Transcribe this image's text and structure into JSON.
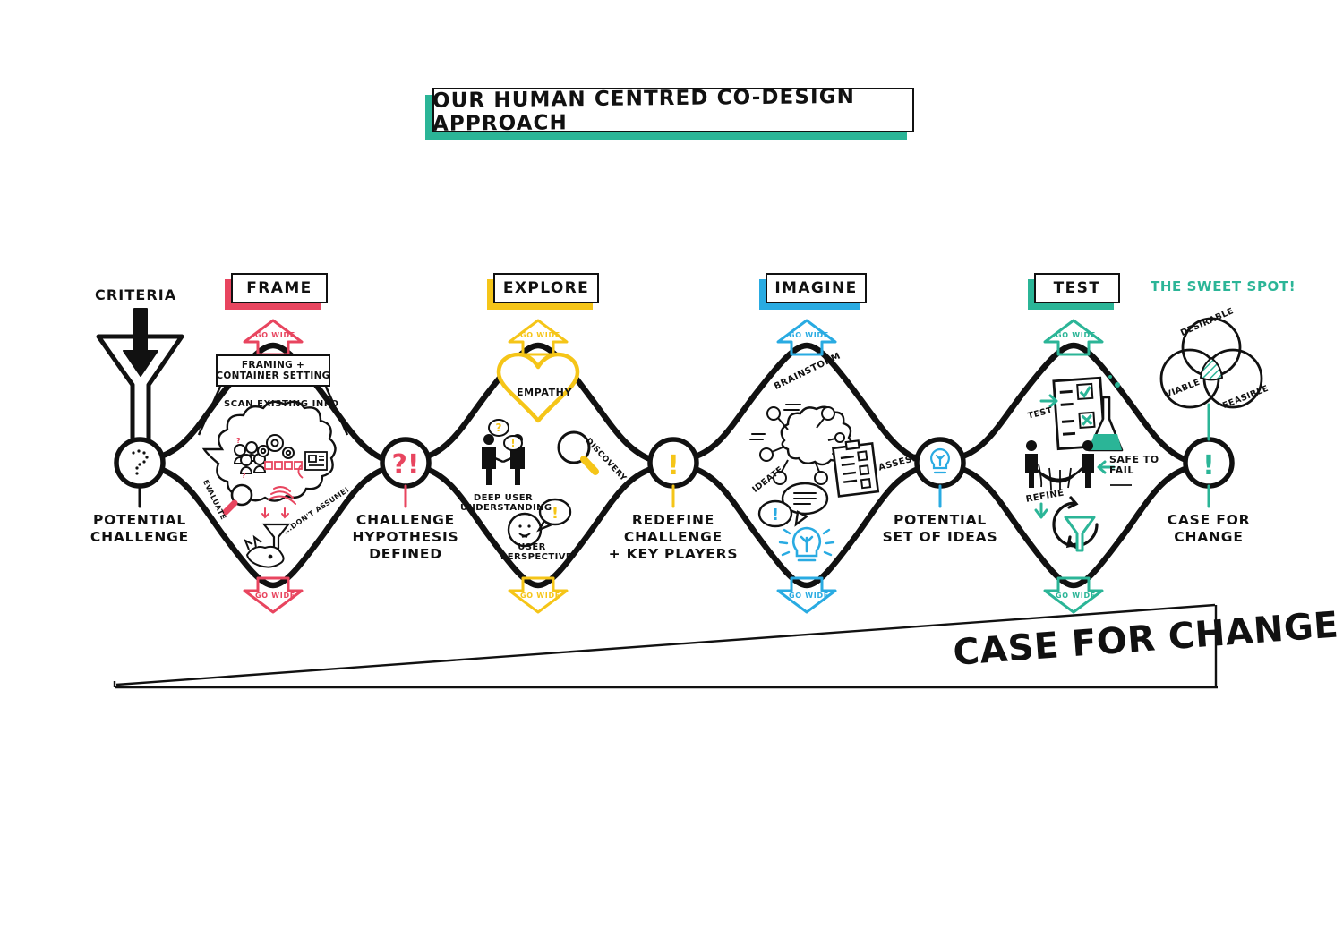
{
  "title": {
    "text": "OUR HUMAN CENTRED CO-DESIGN APPROACH",
    "shadow_color": "#2bb597"
  },
  "criteria": {
    "label": "CRITERIA",
    "funnel_icon": "funnel-icon",
    "arrow_icon": "down-arrow-icon"
  },
  "ramp": {
    "label": "CASE FOR CHANGE"
  },
  "phases": [
    {
      "id": "frame",
      "label": "FRAME",
      "color": "#e8455f",
      "go_wide_top": "GO WIDE",
      "go_wide_bottom": "GO WIDE",
      "callout_box": "FRAMING +\nCONTAINER SETTING",
      "labels": [
        {
          "text": "SCAN EXISTING INFO",
          "name": "scan-existing-info-label"
        },
        {
          "text": "EVALUATE",
          "name": "evaluate-label"
        },
        {
          "text": "...DON'T ASSUME!",
          "name": "dont-assume-label"
        }
      ],
      "icons": [
        "thought-cloud-icon",
        "people-icon",
        "gears-icon",
        "sticky-notes-icon",
        "newspaper-icon",
        "magnifier-icon",
        "funnel-icon",
        "donkey-icon",
        "wifi-icon"
      ]
    },
    {
      "id": "explore",
      "label": "EXPLORE",
      "color": "#f5c518",
      "go_wide_top": "GO WIDE",
      "go_wide_bottom": "GO WIDE",
      "labels": [
        {
          "text": "EMPATHY",
          "name": "empathy-label"
        },
        {
          "text": "DEEP USER\nUNDERSTANDING",
          "name": "deep-user-understanding-label"
        },
        {
          "text": "DISCOVERY",
          "name": "discovery-label"
        },
        {
          "text": "USER\nPERSPECTIVE",
          "name": "user-perspective-label"
        }
      ],
      "icons": [
        "heart-icon",
        "two-people-talking-icon",
        "magnifier-icon",
        "person-avatar-icon",
        "speech-bubble-icon"
      ]
    },
    {
      "id": "imagine",
      "label": "IMAGINE",
      "color": "#29abe2",
      "go_wide_top": "GO WIDE",
      "go_wide_bottom": "GO WIDE",
      "labels": [
        {
          "text": "BRAINSTORM",
          "name": "brainstorm-label"
        },
        {
          "text": "ASSESS",
          "name": "assess-label"
        },
        {
          "text": "IDEATE",
          "name": "ideate-label"
        }
      ],
      "icons": [
        "mind-map-cloud-icon",
        "clipboard-icon",
        "speech-bubble-icon",
        "lightbulb-icon"
      ]
    },
    {
      "id": "test",
      "label": "TEST",
      "color": "#2bb597",
      "go_wide_top": "GO WIDE",
      "go_wide_bottom": "GO WIDE",
      "labels": [
        {
          "text": "TEST",
          "name": "test-label"
        },
        {
          "text": "SAFE TO\nFAIL",
          "name": "safe-to-fail-label"
        },
        {
          "text": "REFINE",
          "name": "refine-label"
        }
      ],
      "icons": [
        "checklist-icon",
        "flask-icon",
        "safety-net-icon",
        "refine-loop-icon",
        "funnel-icon"
      ]
    }
  ],
  "nodes": [
    {
      "id": "potential-challenge",
      "label": "POTENTIAL\nCHALLENGE",
      "glyph": "?",
      "glyph_style": "dotted",
      "color": "#111111"
    },
    {
      "id": "challenge-hypothesis-defined",
      "label": "CHALLENGE\nHYPOTHESIS\nDEFINED",
      "glyph": "?!",
      "glyph_style": "solid",
      "color": "#e8455f"
    },
    {
      "id": "redefine-challenge",
      "label": "REDEFINE\nCHALLENGE\n+ KEY PLAYERS",
      "glyph": "!",
      "glyph_style": "solid",
      "color": "#f5c518"
    },
    {
      "id": "potential-set-of-ideas",
      "label": "POTENTIAL\nSET OF IDEAS",
      "glyph": "bulb",
      "glyph_style": "icon",
      "color": "#29abe2"
    },
    {
      "id": "case-for-change",
      "label": "CASE FOR\nCHANGE",
      "glyph": "!",
      "glyph_style": "solid",
      "color": "#2bb597"
    }
  ],
  "sweet_spot": {
    "title": "THE SWEET SPOT!",
    "color": "#2bb597",
    "circles": [
      {
        "label": "DESIRABLE",
        "name": "venn-circle-desirable"
      },
      {
        "label": "VIABLE",
        "name": "venn-circle-viable"
      },
      {
        "label": "FEASIBLE",
        "name": "venn-circle-feasible"
      }
    ]
  }
}
